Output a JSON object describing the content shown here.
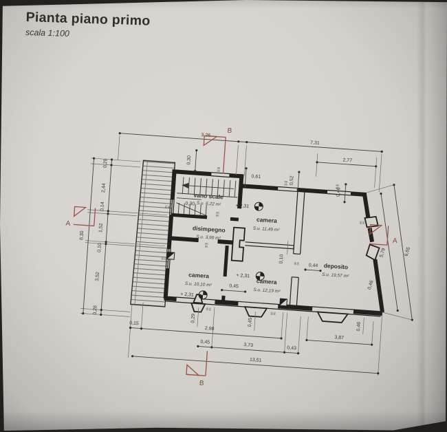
{
  "photo": {
    "paper_color": "#d6d3ce",
    "background": "#262220",
    "marker_red": "#9a5348",
    "ink": "#23211d"
  },
  "title": {
    "main": "Pianta piano primo",
    "scale": "scala 1:100"
  },
  "rooms": {
    "vano_scale": {
      "name": "vano scale",
      "area": "S.u. 6,22 m²"
    },
    "disimpegno": {
      "name": "disimpegno",
      "area": "S.u. 3,98 m²"
    },
    "camera_nord": {
      "name": "camera",
      "area": "S.u. 11,49 m²"
    },
    "camera_sud_ovest": {
      "name": "camera",
      "area": "S.u. 10,10 m²"
    },
    "camera_sud": {
      "name": "camera",
      "area": "S.u. 12,19 m²"
    },
    "deposito": {
      "name": "deposito",
      "area": "S.u. 19,57 m²"
    }
  },
  "level_mark": "+ 2,31",
  "sections": {
    "a": "A",
    "b": "B"
  },
  "dims": {
    "top_3_26": "3,26",
    "top_7_31": "7,31",
    "top_2_77": "2,77",
    "top_0_61": "0,61",
    "top_0_30": "0,30",
    "stair_0_30": "0,30",
    "top_0_52": "0,52",
    "top_0_46": "0,46",
    "left_0_29": "0,29",
    "left_2_44": "2,44",
    "left_0_14": "0,14",
    "left_1_52": "1,52",
    "left_0_10": "0,10",
    "left_3_52": "3,52",
    "left_0_28": "0,28",
    "left_8_30": "8,30",
    "right_5_79": "5,79",
    "right_6_65": "6,65",
    "right_0_46": "0,46",
    "mid_0_44": "0,44",
    "mid_0_45": "0,45",
    "mid_0_10": "0,10",
    "bot_0_29": "0,29",
    "bot_0_45": "0,45",
    "bot_0_46": "0,46",
    "bot_0_15": "0,15",
    "bot_2_98": "2,98",
    "bot_0_45b": "0,45",
    "bot_3_73": "3,73",
    "bot_0_43": "0,43",
    "bot_3_87": "3,87",
    "bot_13_51": "13,51"
  },
  "opening_tag": {
    "w": "90",
    "h": "95"
  }
}
